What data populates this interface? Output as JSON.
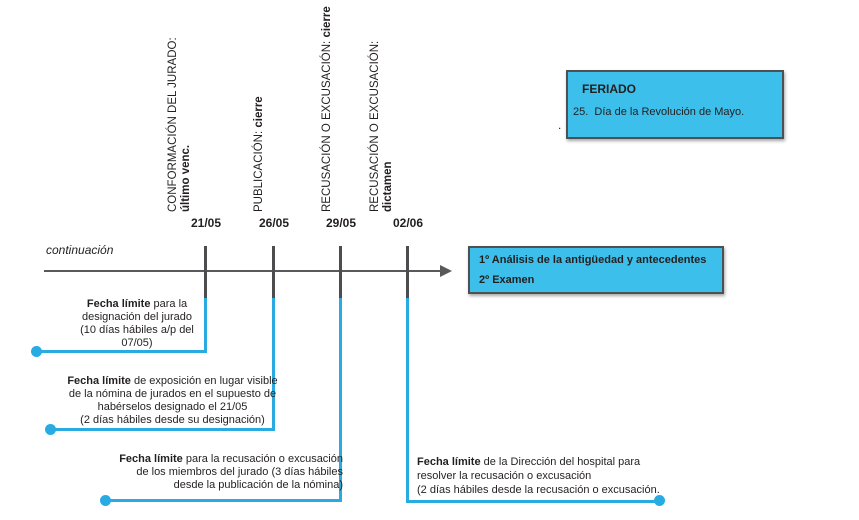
{
  "colors": {
    "cyan_line": "#29abe2",
    "box_fill": "#3cbfea",
    "box_border": "#4f5052",
    "axis": "#58595b",
    "text": "#231f20"
  },
  "timeline": {
    "continuation_label": "continuación",
    "milestones": [
      {
        "date": "21/05",
        "title": "CONFORMACIÓN DEL JURADO:",
        "emphasis": "último venc."
      },
      {
        "date": "26/05",
        "title": "PUBLICACIÓN:",
        "emphasis": "cierre"
      },
      {
        "date": "29/05",
        "title": "RECUSACIÓN O EXCUSACIÓN:",
        "emphasis": "cierre"
      },
      {
        "date": "02/06",
        "title": "RECUSACIÓN O EXCUSACIÓN:",
        "emphasis": "dictamen"
      }
    ]
  },
  "holiday_box": {
    "title": "FERIADO",
    "entry": "25.  Día de la Revolución de Mayo.",
    "stray_period": "."
  },
  "process_box": {
    "step1": "1º Análisis de la antigüedad y antecedentes",
    "step2": "2º Examen"
  },
  "annotations": [
    {
      "lead": "Fecha límite",
      "lines": [
        "para la",
        "designación del jurado",
        "(10 días hábiles a/p del",
        "07/05)"
      ]
    },
    {
      "lead": "Fecha límite",
      "lines": [
        "de exposición en lugar visible",
        "de la nómina de jurados en el supuesto de",
        "habérselos designado el 21/05",
        "(2 días hábiles desde su designación)"
      ]
    },
    {
      "lead": "Fecha límite",
      "lines": [
        "para la recusación o excusación",
        "de los miembros del jurado (3 días hábiles",
        "desde la publicación de la nómina)"
      ]
    },
    {
      "lead": "Fecha límite",
      "lines": [
        "de la Dirección del hospital para",
        "resolver la recusación o excusación",
        "(2 días hábiles desde la recusación o excusación."
      ]
    }
  ]
}
